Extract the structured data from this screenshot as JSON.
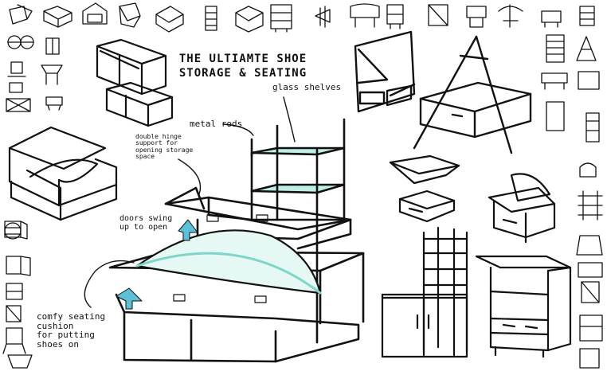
{
  "title": {
    "line1": "THE ULTIAMTE SHOE",
    "line2": "STORAGE & SEATING"
  },
  "annotations": {
    "glass_shelves": "glass shelves",
    "metal_rods": "metal rods",
    "double_hinge": "double hinge\nsupport for\nopening storage\nspace",
    "doors_swing": "doors swing\nup to open",
    "comfy_cushion": "comfy seating\ncushion\nfor putting\nshoes on"
  },
  "colors": {
    "ink": "#111111",
    "glass": "#7fd6c8",
    "arrow": "#5bc0d8"
  }
}
